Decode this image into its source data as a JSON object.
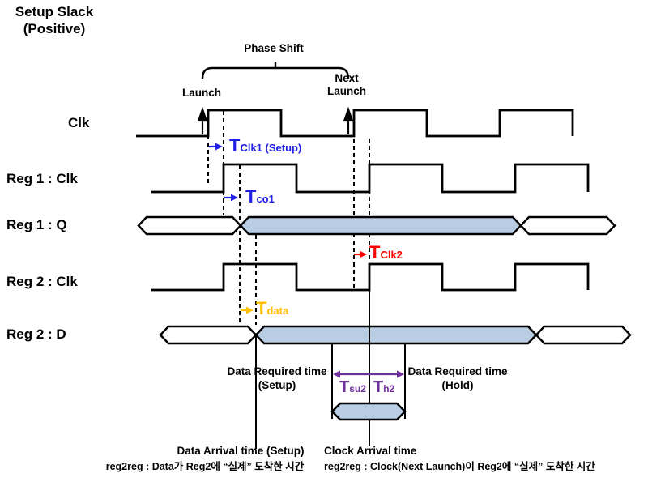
{
  "title": {
    "line1": "Setup Slack",
    "line2": "(Positive)"
  },
  "colors": {
    "blue": "#1f1fe8",
    "red": "#ff0000",
    "orange": "#ffc000",
    "purple": "#7030a0",
    "bus_fill": "#b8cce4",
    "line": "#000000"
  },
  "top_labels": {
    "phase_shift": "Phase Shift",
    "launch": "Launch",
    "next_line1": "Next",
    "next_line2": "Launch"
  },
  "signals": {
    "clk": "Clk",
    "reg1_clk": "Reg 1 : Clk",
    "reg1_q": "Reg 1 : Q",
    "reg2_clk": "Reg 2 : Clk",
    "reg2_d": "Reg 2 : D"
  },
  "annotations": {
    "tclk1": {
      "t": "T",
      "sub": "Clk1",
      "suffix": " (Setup)"
    },
    "tco1": {
      "t": "T",
      "sub": "co1"
    },
    "tclk2": {
      "t": "T",
      "sub": "Clk2"
    },
    "tdata": {
      "t": "T",
      "sub": "data"
    },
    "tsu2": {
      "t": "T",
      "sub": "su2"
    },
    "th2": {
      "t": "T",
      "sub": "h2"
    }
  },
  "footer": {
    "req_setup_line1": "Data Required time",
    "req_setup_line2": "(Setup)",
    "req_hold_line1": "Data Required time",
    "req_hold_line2": "(Hold)",
    "data_arrival_title": "Data Arrival time (Setup)",
    "data_arrival_desc": "reg2reg : Data가 Reg2에 “실제” 도착한 시간",
    "clock_arrival_title": "Clock Arrival time",
    "clock_arrival_desc": "reg2reg : Clock(Next Launch)이 Reg2에 “실제” 도착한 시간"
  }
}
